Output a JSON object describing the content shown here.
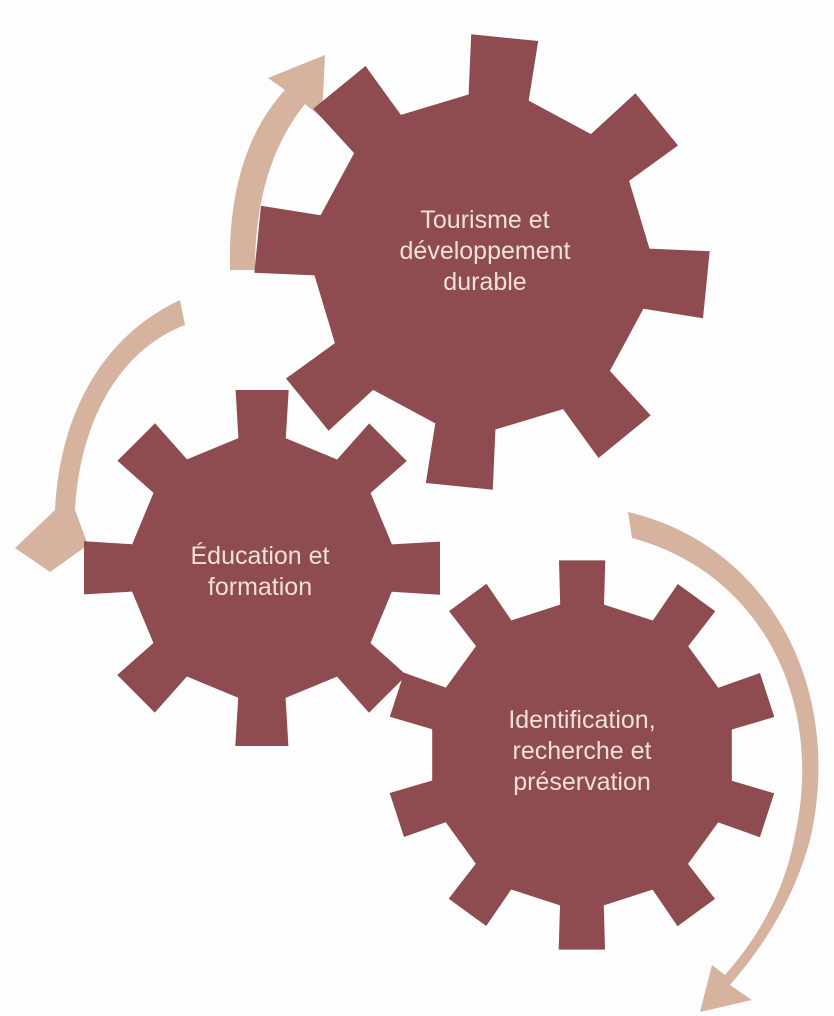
{
  "diagram": {
    "colors": {
      "gear_fill": "#8e4b50",
      "arrow_fill": "#d6b39f",
      "text": "#f1e2d4"
    },
    "gears": [
      {
        "id": "top",
        "label": "Tourisme et\ndéveloppement\ndurable"
      },
      {
        "id": "left",
        "label": "Éducation et\nformation"
      },
      {
        "id": "bottom",
        "label": "Identification,\nrecherche et\npréservation"
      }
    ],
    "arrows": [
      {
        "id": "top-arc",
        "direction": "clockwise-up"
      },
      {
        "id": "left-arc",
        "direction": "counterclockwise-down"
      },
      {
        "id": "right-arc",
        "direction": "clockwise-down"
      }
    ]
  }
}
